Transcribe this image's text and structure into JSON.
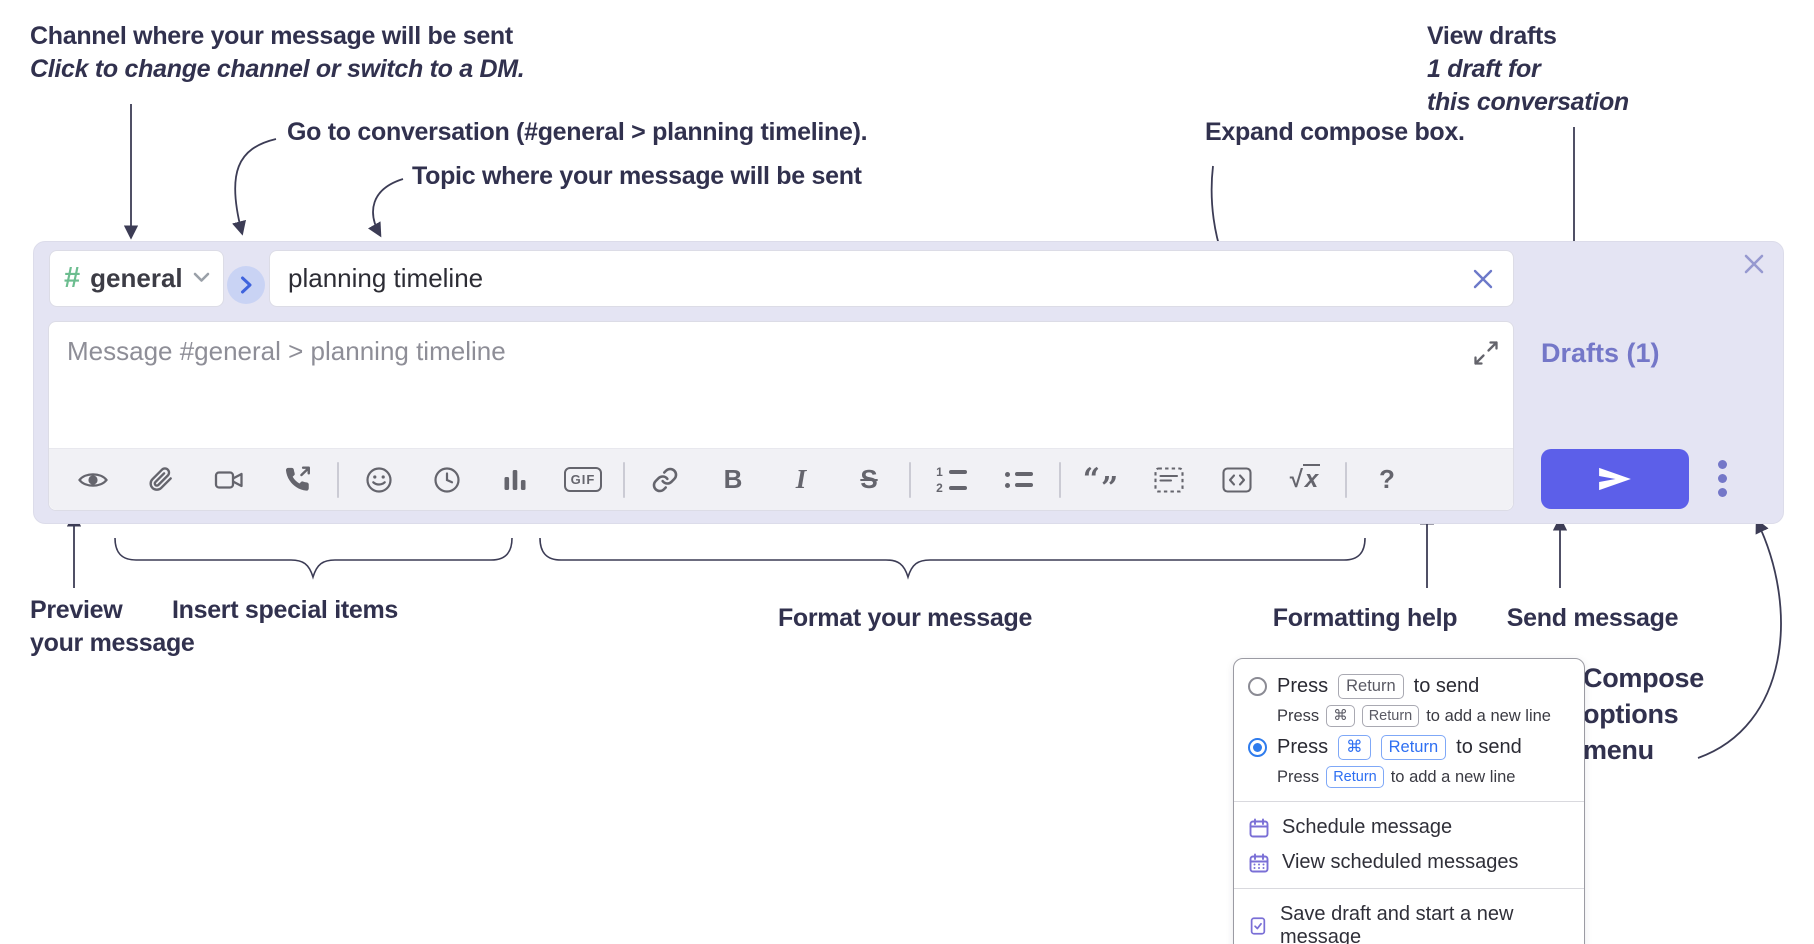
{
  "annotations": {
    "channel": {
      "bold": "Channel",
      "rest": " where your message will be sent",
      "line2": "Click to change channel or switch to a DM."
    },
    "goto": {
      "bold": "Go to",
      "rest": " conversation (#general > planning timeline)."
    },
    "topic": {
      "bold": "Topic",
      "rest": " where your message will be sent"
    },
    "expand": {
      "bold": "Expand",
      "rest": " compose box."
    },
    "drafts": {
      "line1_regular": "View ",
      "line1_bold": "drafts",
      "line2": "1 draft for",
      "line3": "this conversation"
    },
    "preview": {
      "line1_bold": "Preview",
      "line2": "your message"
    },
    "insert": {
      "bold": "Insert",
      "rest": " special items"
    },
    "format": {
      "bold": "Format",
      "rest": " your message"
    },
    "formatting_help": {
      "regular": "Formatting ",
      "bold": "help"
    },
    "send": {
      "bold": "Send",
      "rest": " message"
    },
    "compose_options": {
      "line1": "Compose",
      "line2": "options",
      "line3": "menu"
    }
  },
  "compose": {
    "channel": {
      "hash": "#",
      "name": "general"
    },
    "topic_value": "planning timeline",
    "message_placeholder": "Message #general > planning timeline",
    "drafts_link": "Drafts (1)",
    "toolbar": {
      "gif": "GIF",
      "bold": "B",
      "italic": "I",
      "strike": "S",
      "help": "?",
      "math_radical": "√",
      "math_x": "x",
      "ol_1": "1",
      "ol_2": "2",
      "quote_open": "“",
      "quote_close": "”",
      "icons": [
        "preview",
        "attach-file",
        "start-video-call",
        "start-voice-call",
        "emoji",
        "add-global-time",
        "add-poll",
        "add-gif",
        "link",
        "bold",
        "italic",
        "strikethrough",
        "numbered-list",
        "bulleted-list",
        "quote",
        "spoiler",
        "code",
        "math",
        "message-formatting-help"
      ]
    }
  },
  "options_menu": {
    "option_enter": {
      "press": "Press",
      "key_return": "Return",
      "suffix": "to send",
      "sub_press": "Press",
      "sub_key_cmd": "⌘",
      "sub_key_return": "Return",
      "sub_suffix": "to add a new line"
    },
    "option_cmd_enter": {
      "press": "Press",
      "key_cmd": "⌘",
      "key_return": "Return",
      "suffix": "to send",
      "sub_press": "Press",
      "sub_key_return": "Return",
      "sub_suffix": "to add a new line"
    },
    "schedule": "Schedule message",
    "view_scheduled": "View scheduled messages",
    "save_draft": "Save draft and start a new message"
  },
  "colors": {
    "accent_send": "#5c5fe9",
    "link_purple": "#7477c8",
    "hash_green": "#6cbd8f",
    "radio_blue": "#2f7ced",
    "key_blue": "#2e6ff2",
    "annotation_ink": "#31314e",
    "compose_bg": "#e4e4f3"
  }
}
